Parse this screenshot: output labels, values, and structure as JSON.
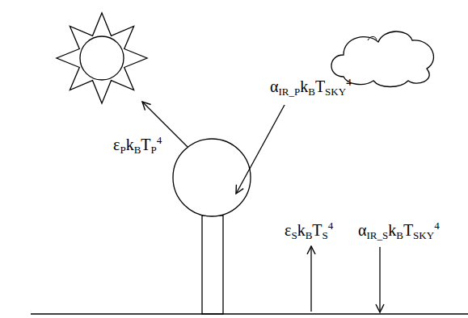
{
  "diagram": {
    "labels": [
      "εPkBTP4",
      "αIR_PkBTSKY4",
      "εSkBTS4",
      "αIR_SkBTSKY4"
    ]
  }
}
